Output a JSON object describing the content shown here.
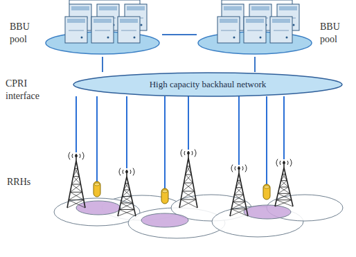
{
  "diagram": {
    "nodes": [
      {
        "text": [
          "BBU pool"
        ]
      },
      {
        "text": [
          "BBU pool"
        ]
      },
      {
        "text": [
          "High capacity backhaul network"
        ]
      }
    ],
    "edges": [
      {
        "from": 0,
        "to": 1,
        "arrow": "none"
      },
      {
        "from": 0,
        "to": 2,
        "arrow": "none"
      },
      {
        "from": 1,
        "to": 2,
        "arrow": "none"
      }
    ],
    "labels": [
      "CPRI interface",
      "RRHs"
    ]
  }
}
